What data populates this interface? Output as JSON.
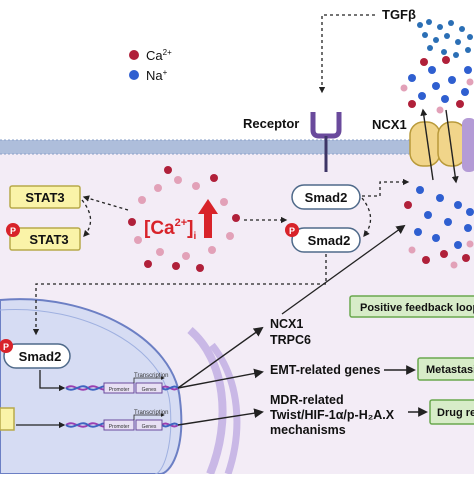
{
  "legend": {
    "ca_label": "Ca",
    "ca_sup": "2+",
    "na_label": "Na",
    "na_sup": "+",
    "ca_color": "#b0203a",
    "na_color": "#2f5fd0"
  },
  "extracellular": {
    "tgf_label": "TGFβ",
    "receptor_label": "Receptor",
    "ncx1_label": "NCX1"
  },
  "cytoplasm": {
    "stat3_label": "STAT3",
    "pstat3_label": "STAT3",
    "p_label": "P",
    "smad2_label": "Smad2",
    "psmad2_label": "Smad2",
    "ca_center_label": "[Ca",
    "ca_center_sup": "2+",
    "ca_center_close": "]",
    "ca_center_sub": "i"
  },
  "nucleus": {
    "psmad2_label": "Smad2",
    "promoter_label": "Promoter",
    "genes_label": "Genes",
    "transcription_label": "Transcription"
  },
  "outcomes": {
    "ncx1": "NCX1",
    "trpc6": "TRPC6",
    "positive_feedback": "Positive feedback loop",
    "emt": "EMT-related genes",
    "metastasis": "Metastasis",
    "mdr_line1": "MDR-related",
    "mdr_line2": "Twist/HIF-1α/p-H₂A.X",
    "mdr_line3": "mechanisms",
    "drug_resistance": "Drug resistance"
  },
  "colors": {
    "membrane": "#aebedb",
    "cytoplasm": "#f3ecf6",
    "nucleus": "#d6dcf3",
    "yellow_box": "#faf3a8",
    "green_box": "#d7ecc8",
    "green_border": "#6aa84f",
    "phospho": "#d8232a",
    "receptor": "#6a4a9c",
    "ncx_body": "#f1d58a",
    "ncx_side": "#b49bd6",
    "up_arrow": "#d8232a",
    "ca_pink": "#e2a1b8"
  }
}
